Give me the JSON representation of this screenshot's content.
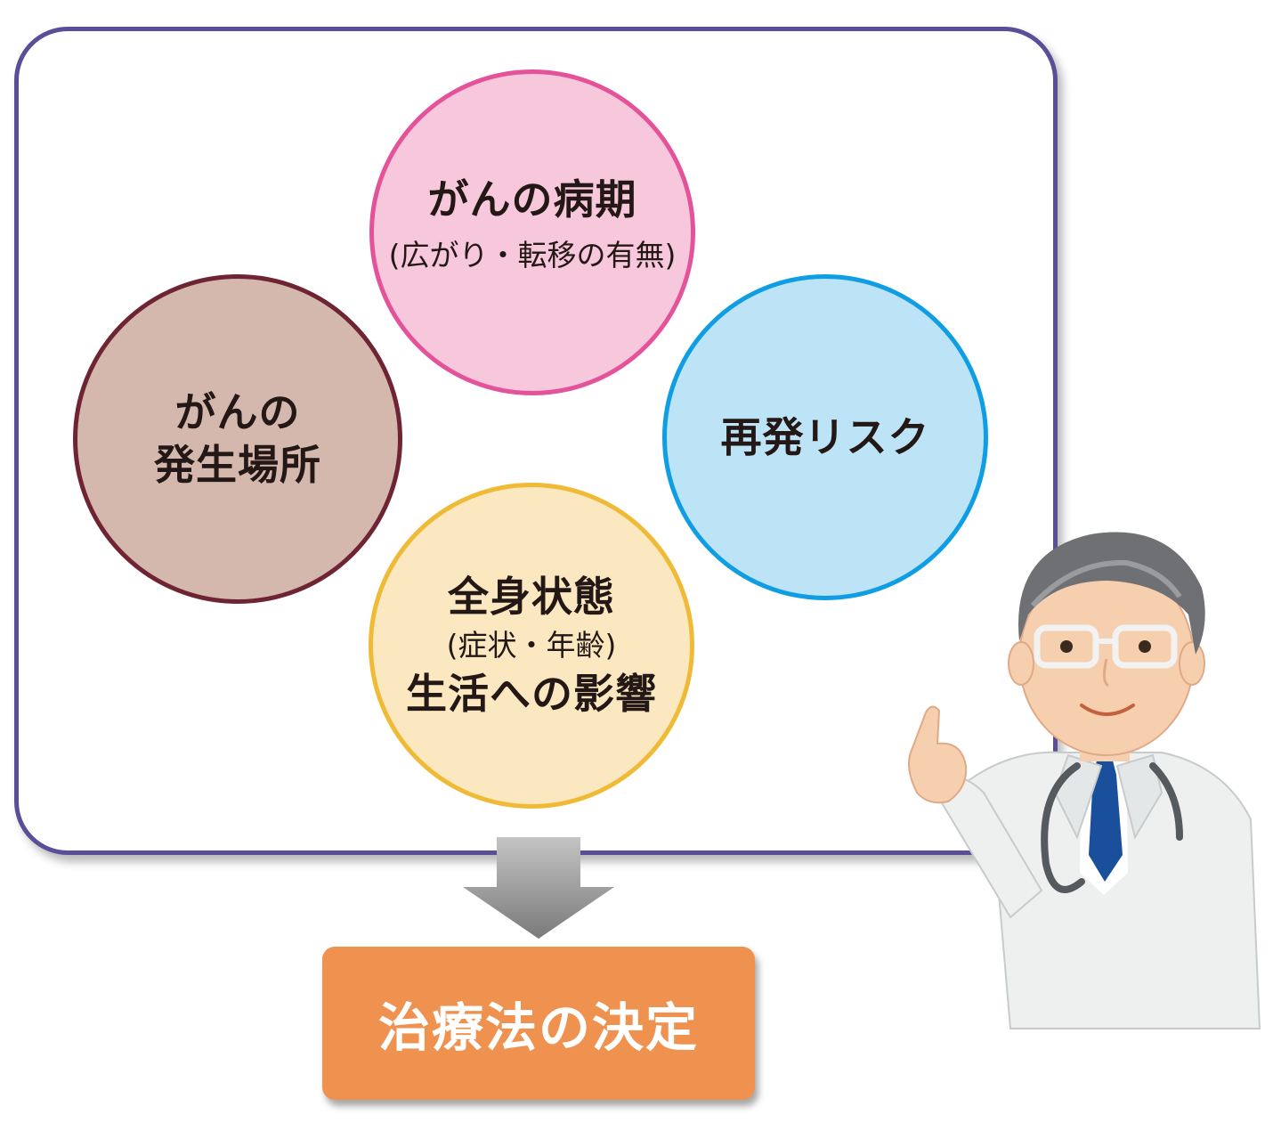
{
  "factors": {
    "stage": {
      "title": "がんの病期",
      "detail": "(広がり・転移の有無)"
    },
    "site": {
      "line1": "がんの",
      "line2": "発生場所"
    },
    "risk": {
      "title": "再発リスク"
    },
    "condition": {
      "title": "全身状態",
      "detail": "(症状・年齢)",
      "extra": "生活への影響"
    }
  },
  "result": {
    "label": "治療法の決定"
  },
  "colors": {
    "frame": "#5b4d97",
    "stage_fill": "#f7c7dc",
    "stage_border": "#e4529a",
    "site_fill": "#d4b8ae",
    "site_border": "#6f2433",
    "risk_fill": "#bde3f7",
    "risk_border": "#0f9ee3",
    "condition_fill": "#fbe8c1",
    "condition_border": "#efba36",
    "result_fill": "#f0924f"
  },
  "icons": {
    "arrow": "down-arrow-icon",
    "doctor": "doctor-illustration"
  }
}
